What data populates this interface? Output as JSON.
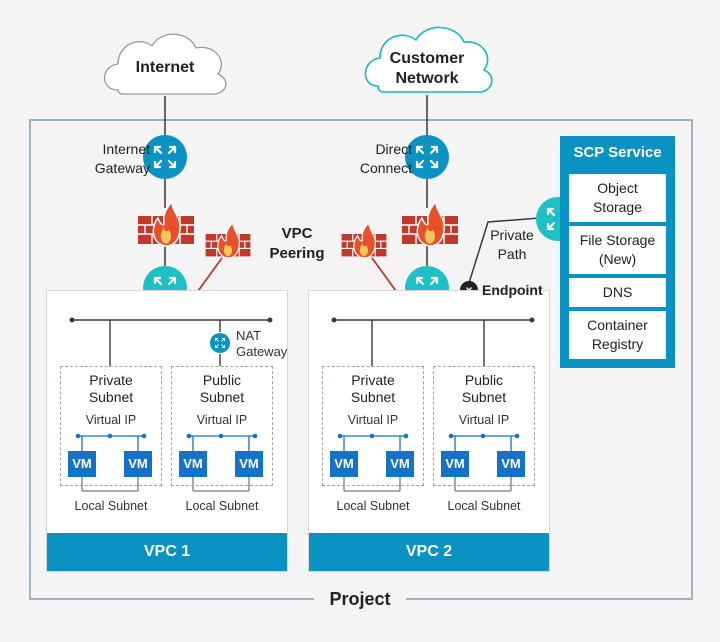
{
  "clouds": {
    "internet": "Internet",
    "customer": "Customer\nNetwork"
  },
  "labels": {
    "internet_gateway": "Internet\nGateway",
    "direct_connect": "Direct\nConnect",
    "vpc_peering": "VPC\nPeering",
    "private_path": "Private\nPath",
    "endpoint": "Endpoint",
    "endpoint_mark": "x",
    "nat_gateway": "NAT\nGateway",
    "project": "Project"
  },
  "vpcs": [
    {
      "name": "VPC 1",
      "subnets": [
        {
          "title": "Private\nSubnet",
          "vip": "Virtual IP",
          "vms": [
            "VM",
            "VM"
          ],
          "local": "Local Subnet"
        },
        {
          "title": "Public\nSubnet",
          "vip": "Virtual IP",
          "vms": [
            "VM",
            "VM"
          ],
          "local": "Local Subnet"
        }
      ]
    },
    {
      "name": "VPC 2",
      "subnets": [
        {
          "title": "Private\nSubnet",
          "vip": "Virtual IP",
          "vms": [
            "VM",
            "VM"
          ],
          "local": "Local Subnet"
        },
        {
          "title": "Public\nSubnet",
          "vip": "Virtual IP",
          "vms": [
            "VM",
            "VM"
          ],
          "local": "Local Subnet"
        }
      ]
    }
  ],
  "scp_service": {
    "title": "SCP Service",
    "items": [
      "Object\nStorage",
      "File Storage\n(New)",
      "DNS",
      "Container\nRegistry"
    ]
  },
  "colors": {
    "router": "#1dc0c4",
    "router_dark": "#0a93c2",
    "firewall": "#c0392b",
    "flame": "#e8502a",
    "vm": "#1572c9",
    "vpc_bar": "#0a93c2",
    "frame": "#9eb2c4"
  },
  "icons": [
    "cloud-icon",
    "router-icon",
    "firewall-icon",
    "nat-gateway-icon",
    "endpoint-icon"
  ]
}
